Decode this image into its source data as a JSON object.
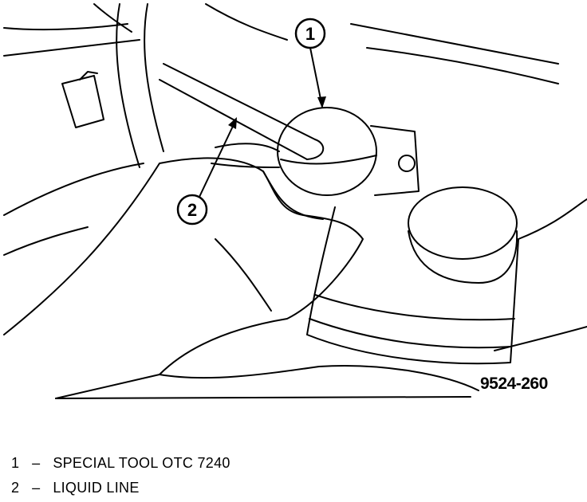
{
  "figure": {
    "figure_id": "9524-260",
    "callouts": [
      {
        "number": "1"
      },
      {
        "number": "2"
      }
    ]
  },
  "legend": {
    "items": [
      {
        "number": "1",
        "separator": "–",
        "text": "SPECIAL TOOL OTC 7240"
      },
      {
        "number": "2",
        "separator": "–",
        "text": "LIQUID LINE"
      }
    ]
  }
}
